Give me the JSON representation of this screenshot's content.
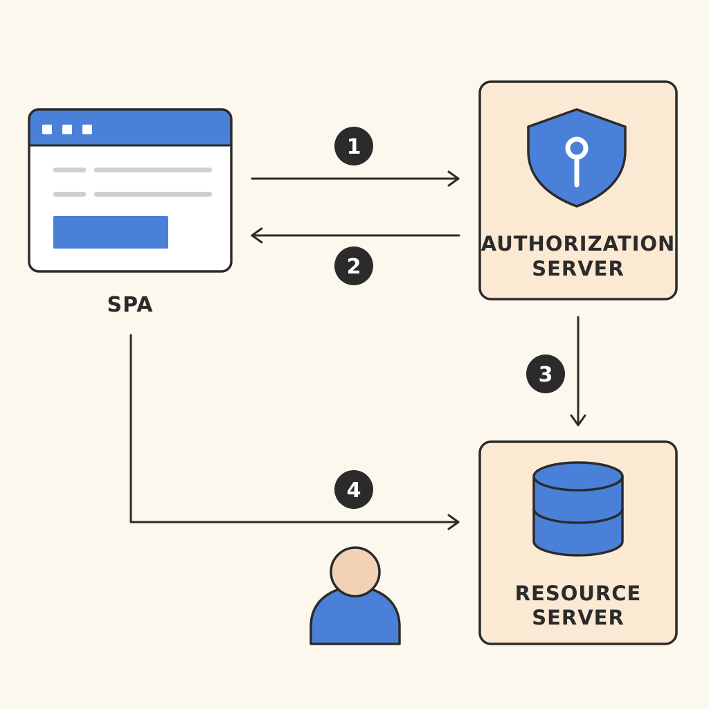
{
  "nodes": {
    "spa": {
      "label": "SPA"
    },
    "auth_server": {
      "label_line1": "AUTHORIZATION",
      "label_line2": "SERVER"
    },
    "resource_server": {
      "label_line1": "RESOURCE",
      "label_line2": "SERVER"
    }
  },
  "steps": [
    "1",
    "2",
    "3",
    "4"
  ],
  "icons": {
    "spa": "browser-window-icon",
    "auth_server": "shield-key-icon",
    "resource_server": "database-icon",
    "user": "user-icon"
  },
  "colors": {
    "background": "#fcf8ee",
    "box_fill": "#fbe9d3",
    "accent_blue": "#4a80d8",
    "stroke": "#2b2b2b",
    "badge": "#2b2b2b",
    "placeholder_gray": "#cfcfcf",
    "skin": "#f2d2b4"
  }
}
